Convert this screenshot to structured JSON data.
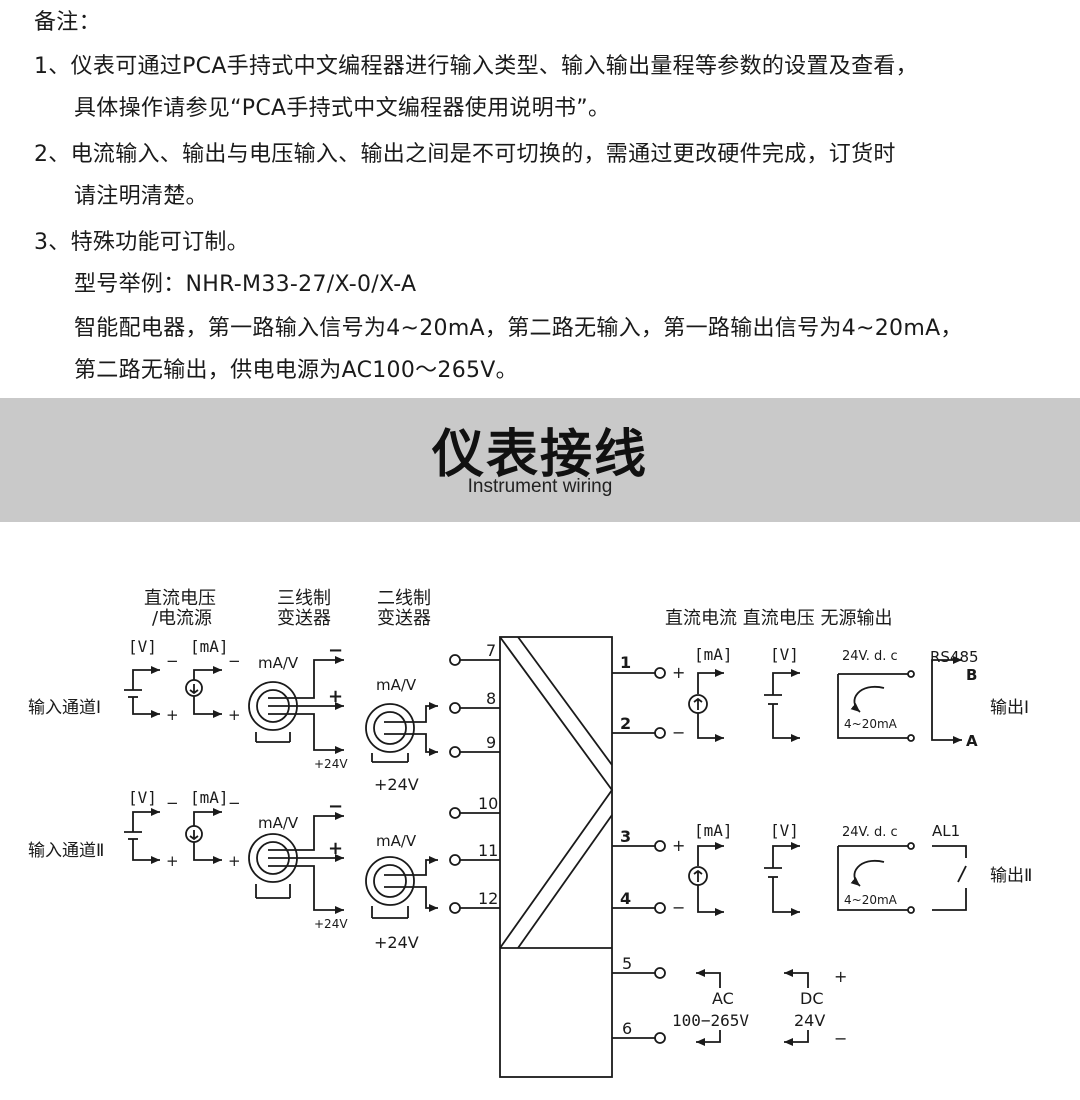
{
  "notes": {
    "heading": "备注：",
    "item1_line1": "1、仪表可通过PCA手持式中文编程器进行输入类型、输入输出量程等参数的设置及查看，",
    "item1_line2": "具体操作请参见“PCA手持式中文编程器使用说明书”。",
    "item2_line1": "2、电流输入、输出与电压输入、输出之间是不可切换的，需通过更改硬件完成，订货时",
    "item2_line2": "请注明清楚。",
    "item3": "3、特殊功能可订制。",
    "model_example": "型号举例：NHR-M33-27/X-0/X-A",
    "desc_line1": "智能配电器，第一路输入信号为4~20mA，第二路无输入，第一路输出信号为4~20mA，",
    "desc_line2": "第二路无输出，供电电源为AC100～265V。"
  },
  "banner": {
    "title": "仪表接线",
    "subtitle": "Instrument wiring"
  },
  "diagram": {
    "col_dc_voltage_1": "直流电压",
    "col_dc_voltage_2": "/电流源",
    "col_3wire_1": "三线制",
    "col_3wire_2": "变送器",
    "col_2wire_1": "二线制",
    "col_2wire_2": "变送器",
    "out_header": "直流电流  直流电压  无源输出",
    "input_ch1": "输入通道Ⅰ",
    "input_ch2": "输入通道Ⅱ",
    "output_ch1": "输出Ⅰ",
    "output_ch2": "输出Ⅱ",
    "v_label": "[V]",
    "ma_label": "[mA]",
    "mav": "mA/V",
    "p24v": "+24V",
    "plus": "+",
    "minus": "−",
    "t7": "7",
    "t8": "8",
    "t9": "9",
    "t10": "10",
    "t11": "11",
    "t12": "12",
    "t1": "1",
    "t2": "2",
    "t3": "3",
    "t4": "4",
    "t5": "5",
    "t6": "6",
    "v24dc": "24V. d. c",
    "range": "4~20mA",
    "rs485": "RS485",
    "b": "B",
    "a": "A",
    "al1": "AL1",
    "ac": "AC",
    "ac_range": "100−265V",
    "dc": "DC",
    "dc_24": "24V"
  },
  "colors": {
    "banner_bg": "#c9c9c9",
    "text": "#1a1a1a",
    "line": "#1a1a1a"
  }
}
